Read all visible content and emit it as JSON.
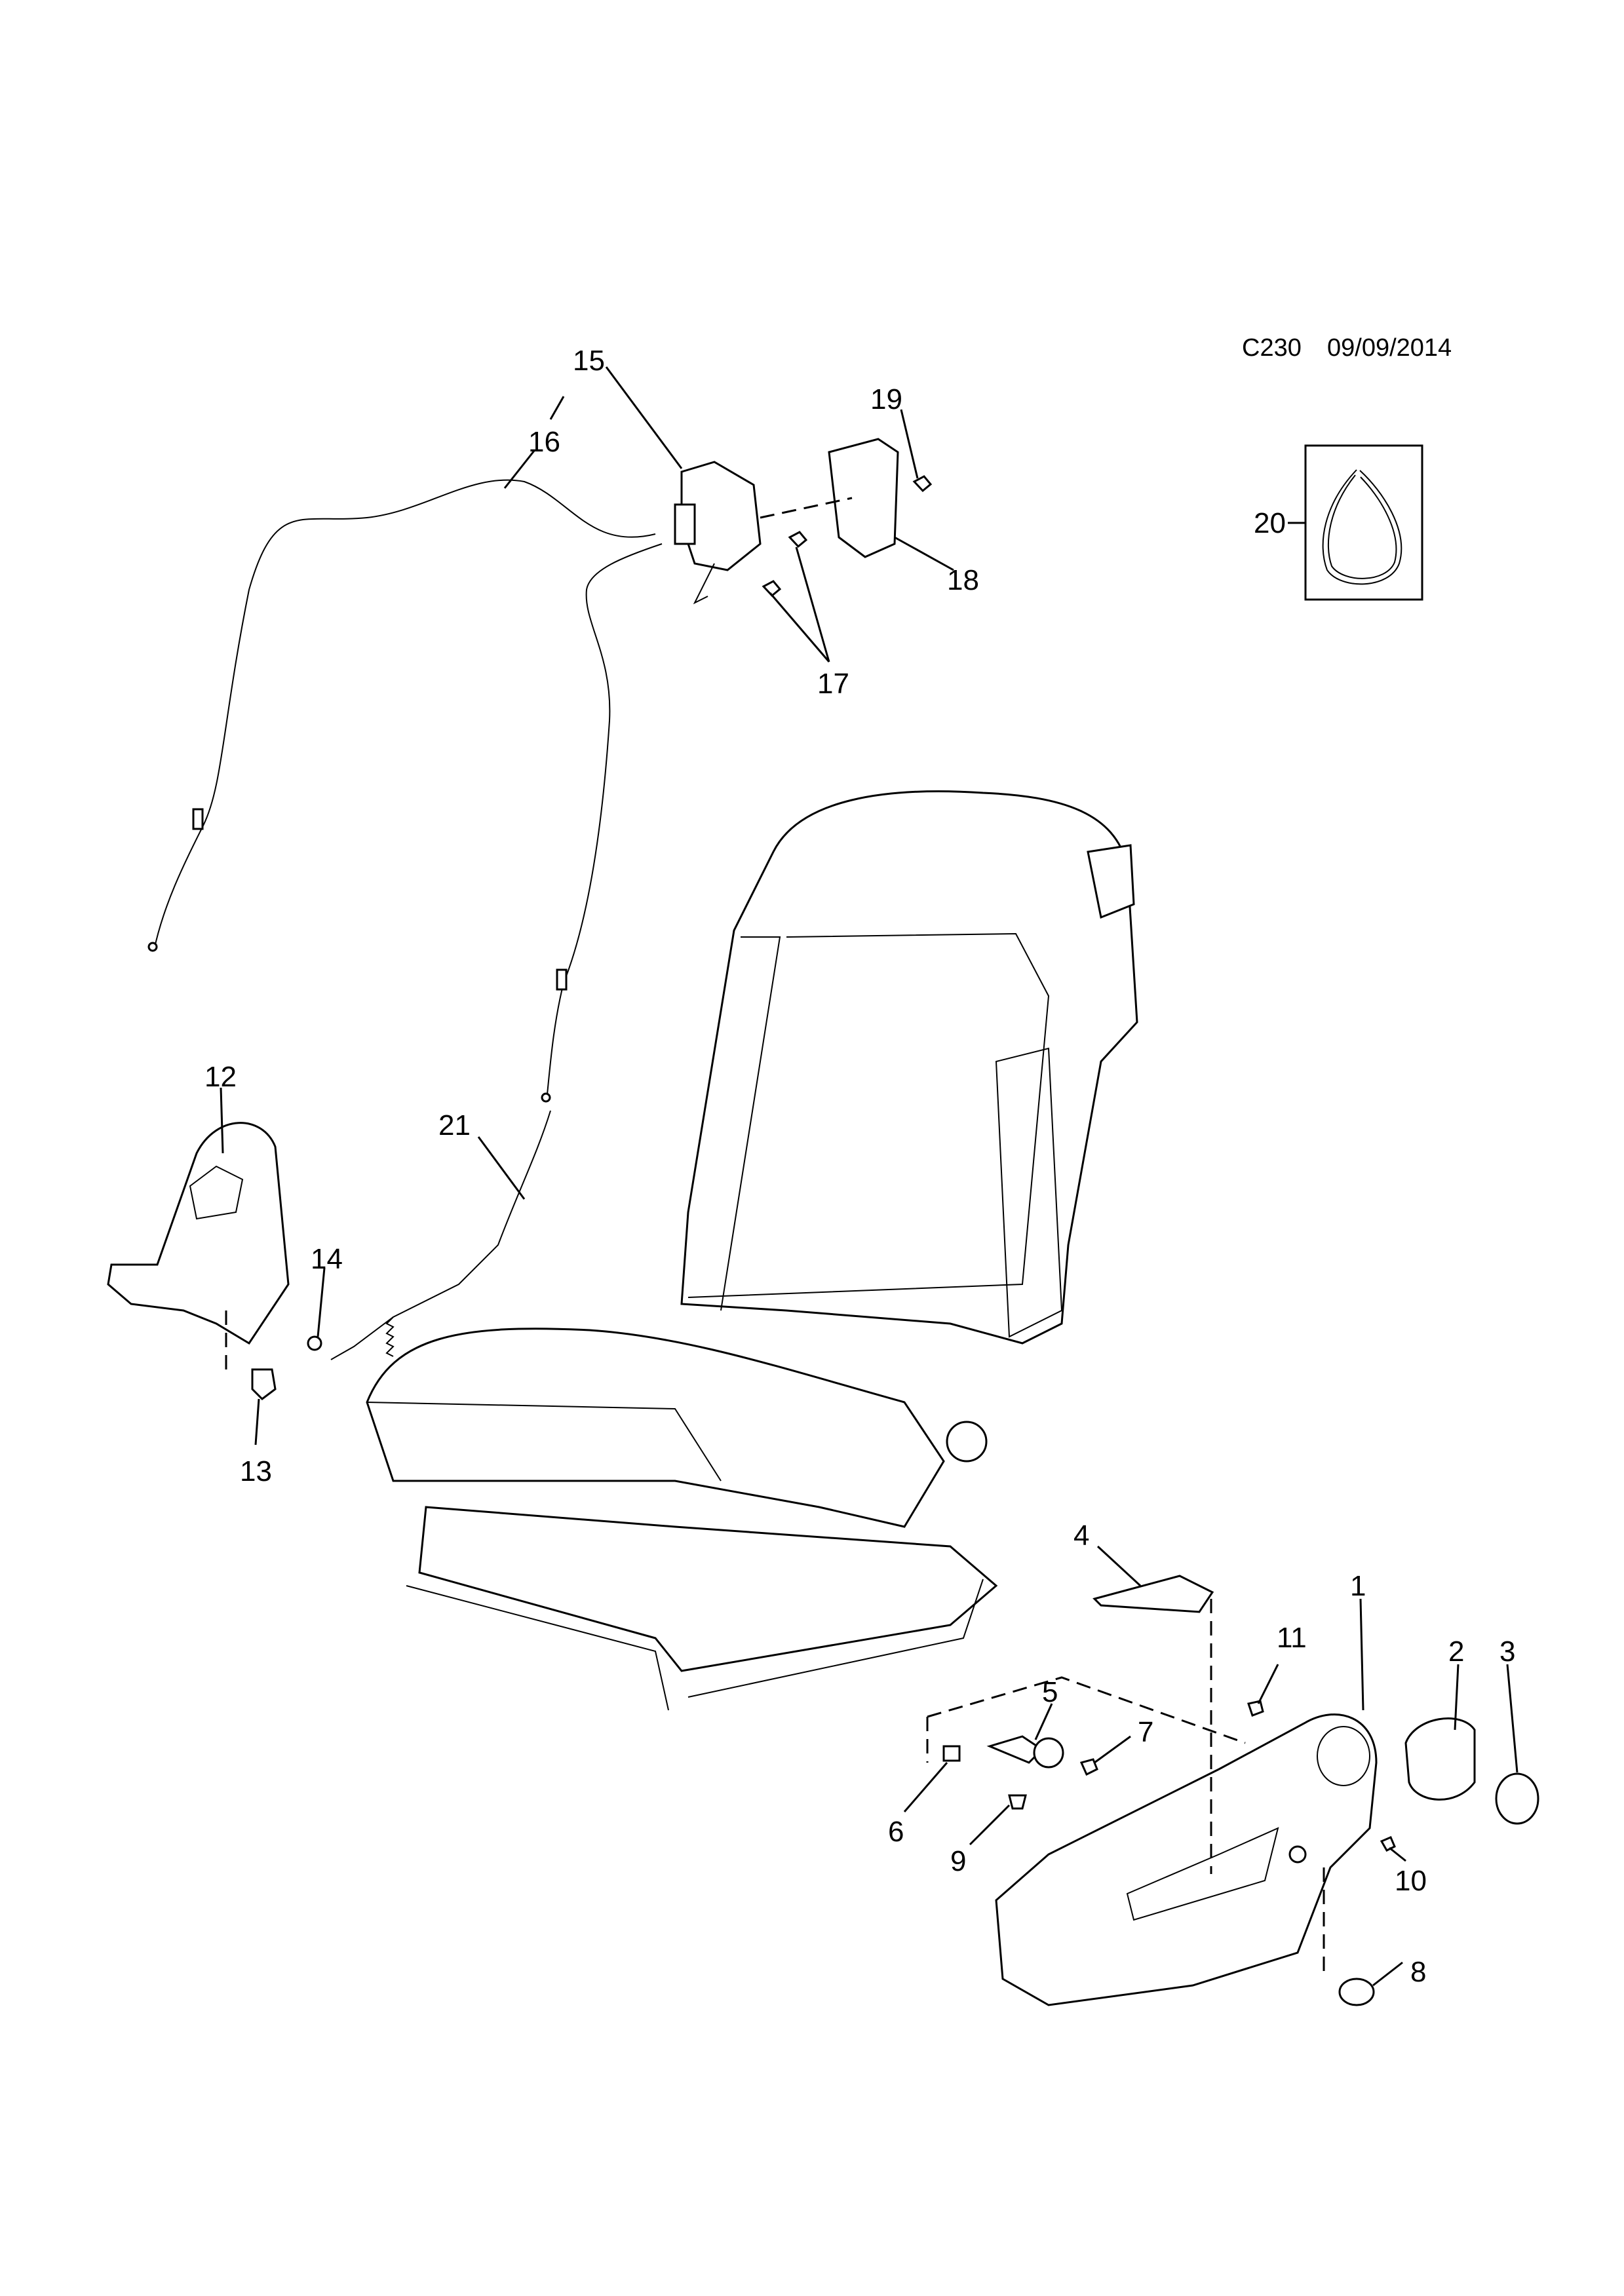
{
  "header": {
    "code": "C230",
    "date": "09/09/2014"
  },
  "callouts": {
    "c1": "1",
    "c2": "2",
    "c3": "3",
    "c4": "4",
    "c5": "5",
    "c6": "6",
    "c7": "7",
    "c8": "8",
    "c9": "9",
    "c10": "10",
    "c11": "11",
    "c12": "12",
    "c13": "13",
    "c14": "14",
    "c15": "15",
    "c16": "16",
    "c17": "17",
    "c18": "18",
    "c19": "19",
    "c20": "20",
    "c21": "21"
  }
}
